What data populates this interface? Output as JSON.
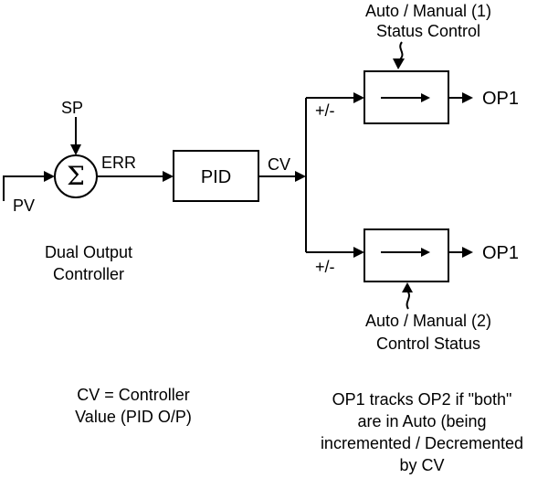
{
  "diagram": {
    "inputs": {
      "sp": "SP",
      "pv": "PV"
    },
    "summing_junction": {
      "symbol": "Σ"
    },
    "error_label": "ERR",
    "pid_label": "PID",
    "cv_label": "CV",
    "upper_branch": {
      "sign_label": "+/-",
      "output_label": "OP1",
      "status_line1": "Auto / Manual (1)",
      "status_line2": "Status Control"
    },
    "lower_branch": {
      "sign_label": "+/-",
      "output_label": "OP1",
      "status_line1": "Auto / Manual (2)",
      "status_line2": "Control Status"
    },
    "title": {
      "line1": "Dual Output",
      "line2": "Controller"
    },
    "note_cv": {
      "line1": "CV = Controller",
      "line2": "Value (PID O/P)"
    },
    "note_tracking": {
      "line1": "OP1 tracks OP2 if \"both\"",
      "line2": "are in Auto (being",
      "line3": "incremented / Decremented",
      "line4": "by CV"
    }
  }
}
